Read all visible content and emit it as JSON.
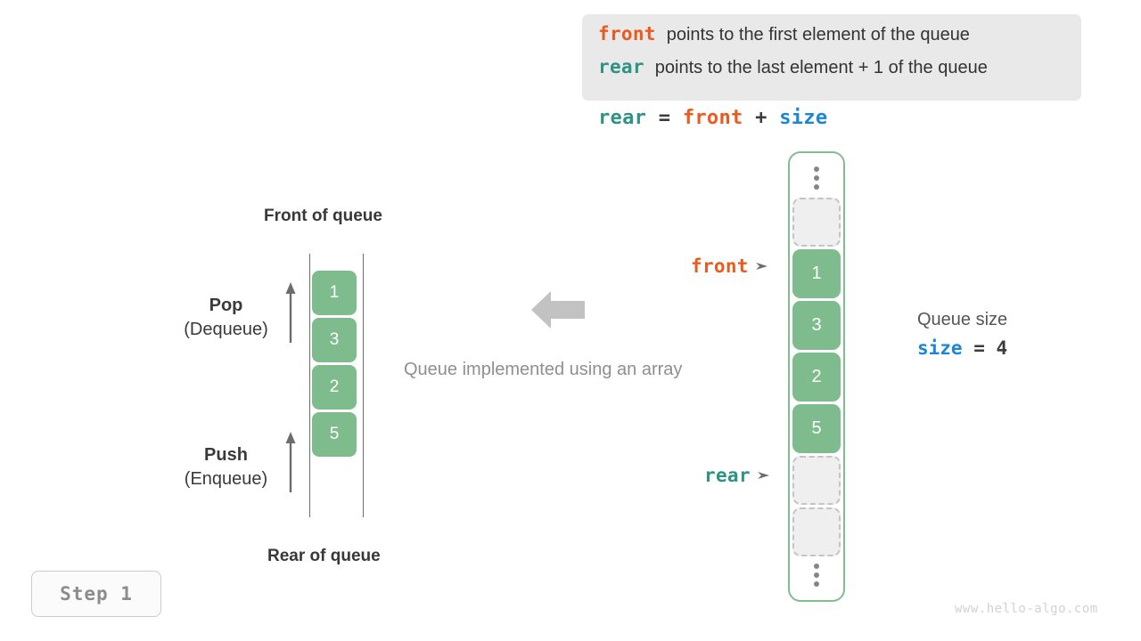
{
  "legend": {
    "lines": [
      {
        "keyword": "front",
        "text": "points to the first element of the queue",
        "color": "#ed5a1e"
      },
      {
        "keyword": "rear",
        "text": "points to the last element + 1 of the queue",
        "color": "#2e9287"
      }
    ]
  },
  "formula": {
    "lhs": "rear",
    "eq": "=",
    "rhs1": "front",
    "plus": "+",
    "rhs2": "size"
  },
  "abstract_queue": {
    "top_label": "Front of queue",
    "bottom_label": "Rear of queue",
    "cells": [
      "1",
      "3",
      "2",
      "5"
    ],
    "pop": {
      "title": "Pop",
      "sub": "(Dequeue)"
    },
    "push": {
      "title": "Push",
      "sub": "(Enqueue)"
    }
  },
  "center": {
    "caption": "Queue implemented using an array",
    "arrow_direction": "left"
  },
  "array_panel": {
    "top_ellipsis": "⋮",
    "bottom_ellipsis": "⋮",
    "cells": [
      {
        "value": "",
        "state": "empty"
      },
      {
        "value": "1",
        "state": "filled"
      },
      {
        "value": "3",
        "state": "filled"
      },
      {
        "value": "2",
        "state": "filled"
      },
      {
        "value": "5",
        "state": "filled"
      },
      {
        "value": "",
        "state": "empty"
      },
      {
        "value": "",
        "state": "empty"
      }
    ]
  },
  "pointers": {
    "front": {
      "label": "front",
      "color": "#ed5a1e"
    },
    "rear": {
      "label": "rear",
      "color": "#2e9287"
    }
  },
  "size_info": {
    "title": "Queue size",
    "name": "size",
    "eq": " = ",
    "value": "4"
  },
  "step_badge": {
    "label": "Step 1"
  },
  "watermark": {
    "text": "www.hello-algo.com"
  },
  "colors": {
    "green_fill": "#7fbc8d",
    "green_border": "#82bd90",
    "orange": "#ed5a1e",
    "teal": "#2e9287",
    "blue": "#1a87d6",
    "legend_bg": "#e9e9e9",
    "gray_text": "#8f8f8f"
  }
}
